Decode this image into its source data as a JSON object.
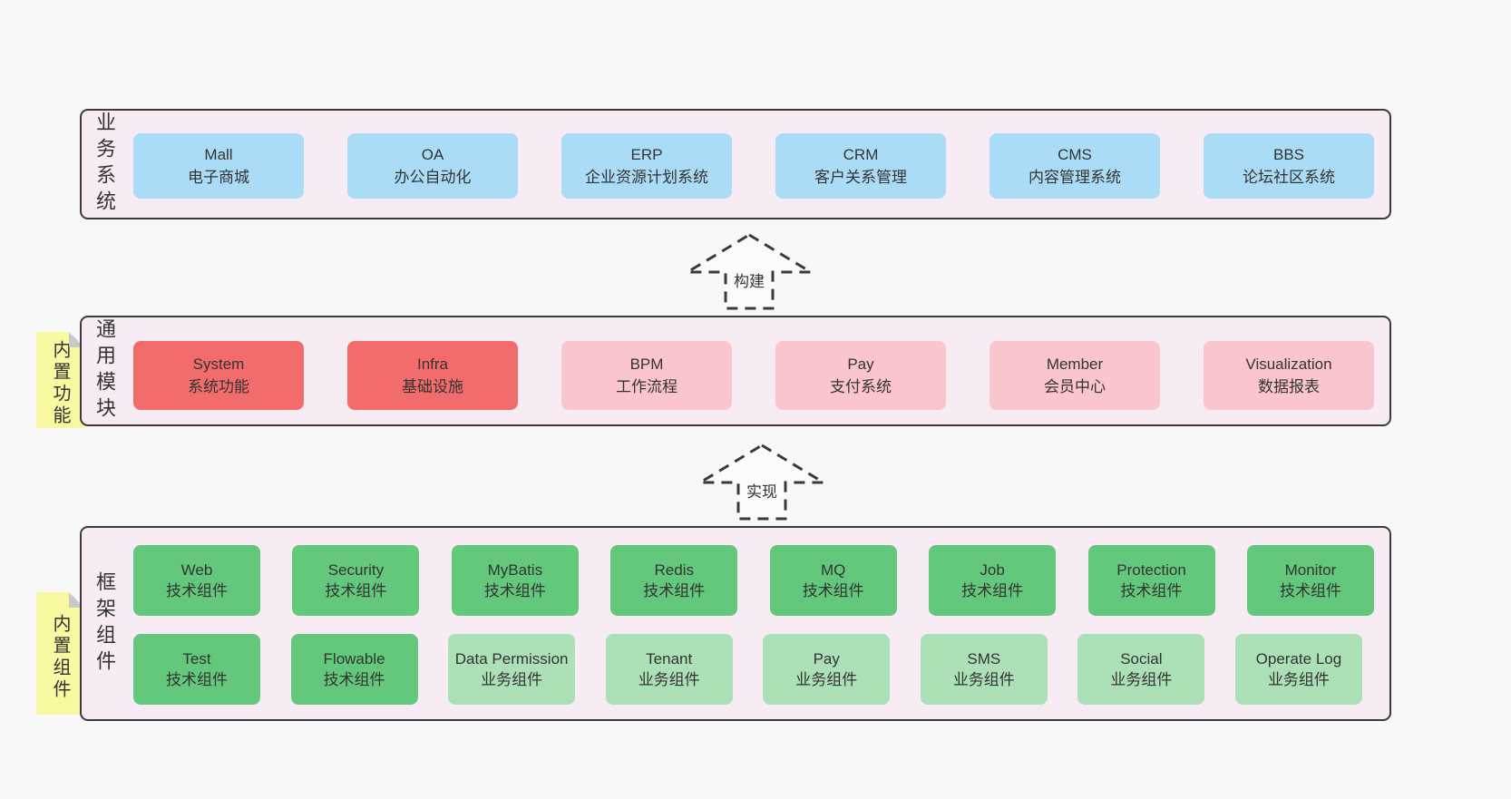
{
  "layers": {
    "business": {
      "label": "业务系统",
      "items": [
        {
          "title": "Mall",
          "subtitle": "电子商城"
        },
        {
          "title": "OA",
          "subtitle": "办公自动化"
        },
        {
          "title": "ERP",
          "subtitle": "企业资源计划系统"
        },
        {
          "title": "CRM",
          "subtitle": "客户关系管理"
        },
        {
          "title": "CMS",
          "subtitle": "内容管理系统"
        },
        {
          "title": "BBS",
          "subtitle": "论坛社区系统"
        }
      ]
    },
    "modules": {
      "label": "通用模块",
      "note": "内置功能",
      "items": [
        {
          "title": "System",
          "subtitle": "系统功能",
          "variant": "red"
        },
        {
          "title": "Infra",
          "subtitle": "基础设施",
          "variant": "red"
        },
        {
          "title": "BPM",
          "subtitle": "工作流程",
          "variant": "pink"
        },
        {
          "title": "Pay",
          "subtitle": "支付系统",
          "variant": "pink"
        },
        {
          "title": "Member",
          "subtitle": "会员中心",
          "variant": "pink"
        },
        {
          "title": "Visualization",
          "subtitle": "数据报表",
          "variant": "pink"
        }
      ]
    },
    "components": {
      "label": "框架组件",
      "note": "内置组件",
      "row1": [
        {
          "title": "Web",
          "subtitle": "技术组件",
          "variant": "green"
        },
        {
          "title": "Security",
          "subtitle": "技术组件",
          "variant": "green"
        },
        {
          "title": "MyBatis",
          "subtitle": "技术组件",
          "variant": "green"
        },
        {
          "title": "Redis",
          "subtitle": "技术组件",
          "variant": "green"
        },
        {
          "title": "MQ",
          "subtitle": "技术组件",
          "variant": "green"
        },
        {
          "title": "Job",
          "subtitle": "技术组件",
          "variant": "green"
        },
        {
          "title": "Protection",
          "subtitle": "技术组件",
          "variant": "green"
        },
        {
          "title": "Monitor",
          "subtitle": "技术组件",
          "variant": "green"
        }
      ],
      "row2": [
        {
          "title": "Test",
          "subtitle": "技术组件",
          "variant": "green"
        },
        {
          "title": "Flowable",
          "subtitle": "技术组件",
          "variant": "green"
        },
        {
          "title": "Data Permission",
          "subtitle": "业务组件",
          "variant": "lightgreen"
        },
        {
          "title": "Tenant",
          "subtitle": "业务组件",
          "variant": "lightgreen"
        },
        {
          "title": "Pay",
          "subtitle": "业务组件",
          "variant": "lightgreen"
        },
        {
          "title": "SMS",
          "subtitle": "业务组件",
          "variant": "lightgreen"
        },
        {
          "title": "Social",
          "subtitle": "业务组件",
          "variant": "lightgreen"
        },
        {
          "title": "Operate Log",
          "subtitle": "业务组件",
          "variant": "lightgreen"
        }
      ]
    }
  },
  "arrows": {
    "build": "构建",
    "implement": "实现"
  },
  "colors": {
    "page_bg": "#f8f8f8",
    "layer_bg": "#f8ecf4",
    "layer_border": "#3b3b3b",
    "blue": "#abdcf7",
    "red": "#f26c6c",
    "pink": "#fbc5ce",
    "green": "#63c87c",
    "light_green": "#ace0b6",
    "note_yellow": "#f9f9a2",
    "note_fold_gray": "#c9c9c9",
    "text": "#333333"
  }
}
